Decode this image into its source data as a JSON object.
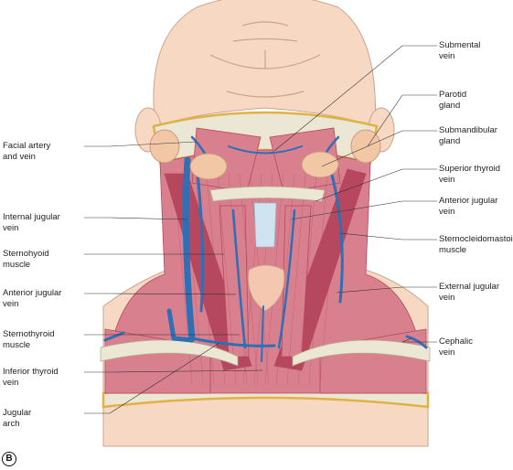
{
  "labels_right": [
    {
      "id": "submental-vein",
      "text": "Submental\nvein"
    },
    {
      "id": "parotid-gland",
      "text": "Parotid\ngland"
    },
    {
      "id": "submandibular-gland",
      "text": "Submandibular\ngland"
    },
    {
      "id": "superior-thyroid-vein",
      "text": "Superior thyroid\nvein"
    },
    {
      "id": "anterior-jugular-vein-right",
      "text": "Anterior jugular\nvein"
    },
    {
      "id": "sternocleidomastoid-muscle",
      "text": "Sternocleidomastoid\nmuscle"
    },
    {
      "id": "external-jugular-vein",
      "text": "External jugular\nvein"
    },
    {
      "id": "cephalic-vein",
      "text": "Cephalic\nvein"
    }
  ],
  "labels_left": [
    {
      "id": "facial-artery-and-vein",
      "text": "Facial artery\nand vein"
    },
    {
      "id": "internal-jugular-vein",
      "text": "Internal jugular\nvein"
    },
    {
      "id": "sternohyoid-muscle",
      "text": "Sternohyoid\nmuscle"
    },
    {
      "id": "anterior-jugular-vein-left",
      "text": "Anterior jugular\nvein"
    },
    {
      "id": "sternothyroid-muscle",
      "text": "Sternothyroid\nmuscle"
    },
    {
      "id": "inferior-thyroid-vein",
      "text": "Inferior thyroid\nvein"
    },
    {
      "id": "jugular-arch",
      "text": "Jugular\narch"
    }
  ],
  "panel_tag": "B",
  "colors": {
    "skin": "#f7d9c3",
    "skin_edge": "#c9a48e",
    "muscle": "#d9808f",
    "muscle_dark": "#b5485e",
    "vein": "#2f6fb6",
    "gland": "#f2c7a6",
    "fascia_gold": "#e0b246",
    "bone": "#ece6d4",
    "thyroid": "#f4c8b0",
    "trachea": "#cfe3f0"
  }
}
